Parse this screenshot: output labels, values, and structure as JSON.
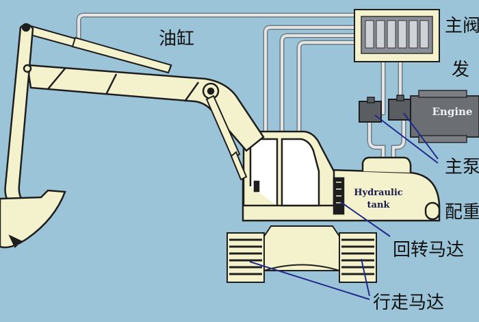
{
  "labels": {
    "cylinder": "油缸",
    "main_valve": "主阀",
    "engine_cn": "发",
    "main_pump": "主泵",
    "counterweight": "配重",
    "swing_motor": "回转马达",
    "travel_motor": "行走马达"
  },
  "components": {
    "engine": "Engine",
    "hydraulic_tank_line1": "Hydraulic",
    "hydraulic_tank_line2": "tank"
  },
  "colors": {
    "background": "#9cc4d8",
    "machine_fill": "#f4f2cc",
    "machine_stroke": "#1e1e1e",
    "hose": "#dcdcdc",
    "engine_block": "#6b6f74",
    "pump_block": "#5a5e63",
    "leader_line": "#1f2a8a"
  }
}
